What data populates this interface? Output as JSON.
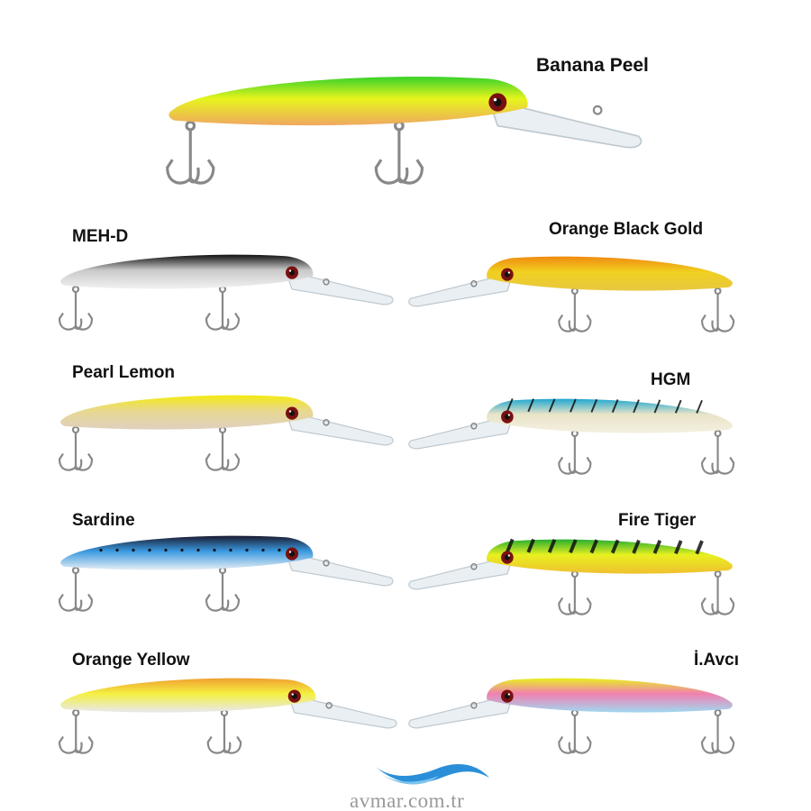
{
  "lures": [
    {
      "name": "Banana Peel",
      "top": "#37d12a",
      "mid": "#e6f51c",
      "belly": "#f0a860",
      "clear": true
    },
    {
      "name": "MEH-D",
      "top": "#111111",
      "mid": "#c9c9c9",
      "belly": "#f2f2f2",
      "clear": false
    },
    {
      "name": "Orange Black Gold",
      "top": "#f08a10",
      "mid": "#f0d020",
      "belly": "#e8c840",
      "clear": false
    },
    {
      "name": "Pearl Lemon",
      "top": "#f4ea10",
      "mid": "#e8d890",
      "belly": "#e0d0c0",
      "clear": false
    },
    {
      "name": "HGM",
      "top": "#20a8d0",
      "mid": "#e8e4c8",
      "belly": "#f4f0e0",
      "clear": false
    },
    {
      "name": "Sardine",
      "top": "#1a1a30",
      "mid": "#3a9ae0",
      "belly": "#e8eef4",
      "clear": false
    },
    {
      "name": "Fire Tiger",
      "top": "#28b030",
      "mid": "#e8f020",
      "belly": "#f0c030",
      "clear": false
    },
    {
      "name": "Orange Yellow",
      "top": "#f0a030",
      "mid": "#f4f040",
      "belly": "#e8e8f0",
      "clear": false
    },
    {
      "name": "İ.Avcı",
      "top": "#e8f020",
      "mid": "#f080b0",
      "belly": "#a0d8f0",
      "clear": false
    }
  ],
  "logo": {
    "text": "avmar.com.tr",
    "color": "#2a8fd8"
  }
}
